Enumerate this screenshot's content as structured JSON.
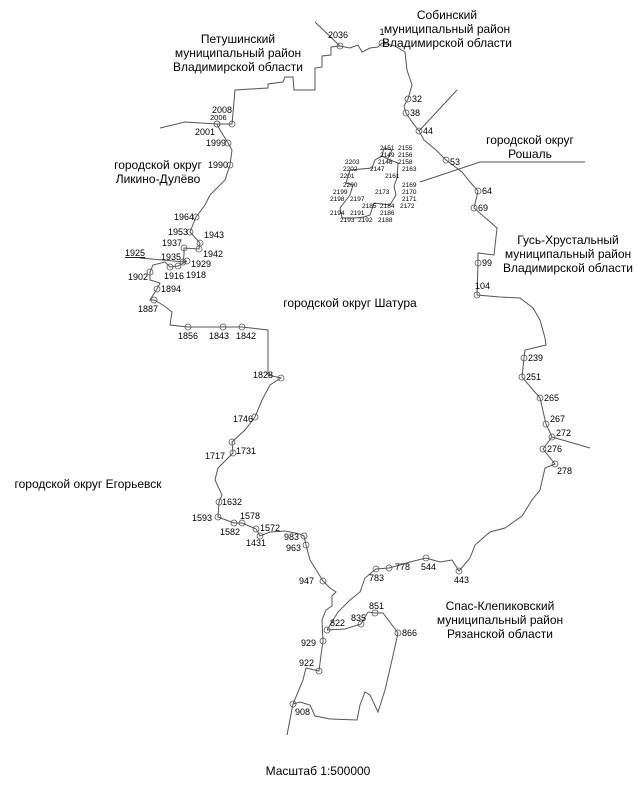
{
  "map": {
    "regions": [
      {
        "id": "sobinsky",
        "lines": [
          "Собинский",
          "муниципальный район",
          "Владимирской области"
        ]
      },
      {
        "id": "petushinsky",
        "lines": [
          "Петушинский",
          "муниципальный район",
          "Владимирской области"
        ]
      },
      {
        "id": "roshal",
        "lines": [
          "городской округ",
          "Рошаль"
        ]
      },
      {
        "id": "likino",
        "lines": [
          "городской округ",
          "Ликино-Дулёво"
        ]
      },
      {
        "id": "gus",
        "lines": [
          "Гусь-Хрустальный",
          "муниципальный район",
          "Владимирской области"
        ]
      },
      {
        "id": "shatura",
        "lines": [
          "городской округ Шатура"
        ]
      },
      {
        "id": "egoryevsk",
        "lines": [
          "городской округ Егорьевск"
        ]
      },
      {
        "id": "spas",
        "lines": [
          "Спас-Клепиковский",
          "муниципальный район",
          "Рязанской области"
        ]
      }
    ],
    "boundary_points": [
      "2036",
      "1",
      "32",
      "38",
      "44",
      "53",
      "64",
      "69",
      "99",
      "104",
      "239",
      "251",
      "265",
      "267",
      "272",
      "276",
      "278",
      "443",
      "544",
      "778",
      "783",
      "851",
      "835",
      "822",
      "866",
      "929",
      "922",
      "908",
      "947",
      "983",
      "963",
      "1431",
      "1572",
      "1578",
      "1582",
      "1593",
      "1632",
      "1717",
      "1731",
      "1746",
      "1828",
      "1842",
      "1843",
      "1856",
      "1887",
      "1894",
      "1902",
      "1916",
      "1918",
      "1929",
      "1925",
      "1935",
      "1937",
      "1942",
      "1943",
      "1953",
      "1964",
      "1990",
      "1999",
      "2001",
      "2006",
      "2008"
    ],
    "cluster_points": [
      "2151",
      "2149",
      "2155",
      "2203",
      "2146",
      "2156",
      "2202",
      "2158",
      "2201",
      "2147",
      "2163",
      "2161",
      "2200",
      "2169",
      "2199",
      "2170",
      "2198",
      "2197",
      "2173",
      "2171",
      "2185",
      "2184",
      "2172",
      "2194",
      "2191",
      "2186",
      "2193",
      "2192",
      "2188"
    ],
    "scale": "Масштаб 1:500000"
  }
}
